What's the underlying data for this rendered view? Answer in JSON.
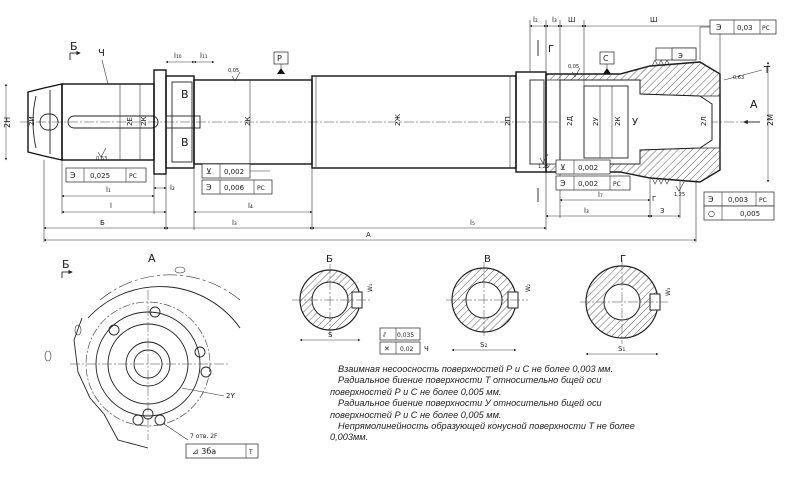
{
  "sections": {
    "b_label": "Б",
    "v_label": "В",
    "g_label": "Г",
    "a_label": "А",
    "b_width": "S",
    "v_width": "S₂",
    "g_width": "S₁",
    "b_key": "W₁",
    "v_key": "W₂",
    "g_key": "W₃"
  },
  "view_a": {
    "title": "А",
    "cut_label": "Б",
    "dia_label": "2Y",
    "holes_label": "7 отв. 2F",
    "frame_sym": "⊿ 3ба",
    "frame_ref": "Т"
  },
  "frames": {
    "top_right": {
      "sym": "Э",
      "value": "0,03",
      "ref": "РС"
    },
    "left_runout": {
      "sym": "Э",
      "value": "0,025",
      "ref": "РС"
    },
    "mid_flat": {
      "sym": "⊻",
      "value": "0,002"
    },
    "mid_runout": {
      "sym": "Э",
      "value": "0,006",
      "ref": "РС"
    },
    "right_flat": {
      "sym": "⊻",
      "value": "0,002"
    },
    "right_runout": {
      "sym": "Э",
      "value": "0,002",
      "ref": "РС"
    },
    "far_runout": {
      "sym": "Э",
      "value": "0,003",
      "ref": "РС"
    },
    "far_round": {
      "sym": "○",
      "value": "0,005"
    },
    "sec_b_1": {
      "sym": "⫽",
      "value": "0,035"
    },
    "sec_b_2": {
      "sym": "✕",
      "value": "0,02",
      "ref": "Ч"
    }
  },
  "labels": {
    "b_top": "Б",
    "ch": "Ч",
    "v_top": "В",
    "p": "Р",
    "c": "С",
    "t": "Т",
    "u": "У",
    "a_arrow": "А",
    "g_top": "Г",
    "dia_2h": "2Н",
    "dia_2i": "2И",
    "dia_2e": "2Е",
    "dia_2k": "2К",
    "dia_2zh": "2Ж",
    "dia_2l": "2Л",
    "dia_2m": "2М",
    "dia_2p": "2П",
    "dia_2d": "2Д",
    "dia_2u": "2У",
    "dim_l1": "l₁",
    "dim_l": "l",
    "dim_b": "Б",
    "dim_l2": "l₂",
    "dim_l4": "l₄",
    "dim_l5": "l₅",
    "dim_a": "А",
    "dim_l3": "l₃",
    "dim_l7": "l₇",
    "dim_z": "З",
    "dim_g": "Г",
    "dim_sh": "Ш",
    "dim_sh2": "Ш",
    "dim_l10": "l₁₀",
    "dim_l11": "l₁₁",
    "dim_l12": "l₂",
    "dim_l13": "l₃",
    "rough": "0,05",
    "rough2": "0,63",
    "rough3": "1,25"
  },
  "notes": [
    "Взаимная несоосность поверхностей Р и С не более 0,003 мм.",
    "Радиальное биение поверхности Т относительно бщей оси",
    "поверхностей Р и С не более 0,005 мм.",
    "Радиальное биение поверхности У относительно бщей оси",
    "поверхностей Р и С не более 0,005 мм.",
    "Непрямолинейность образующей конусной поверхности Т не более",
    "0,003мм."
  ]
}
